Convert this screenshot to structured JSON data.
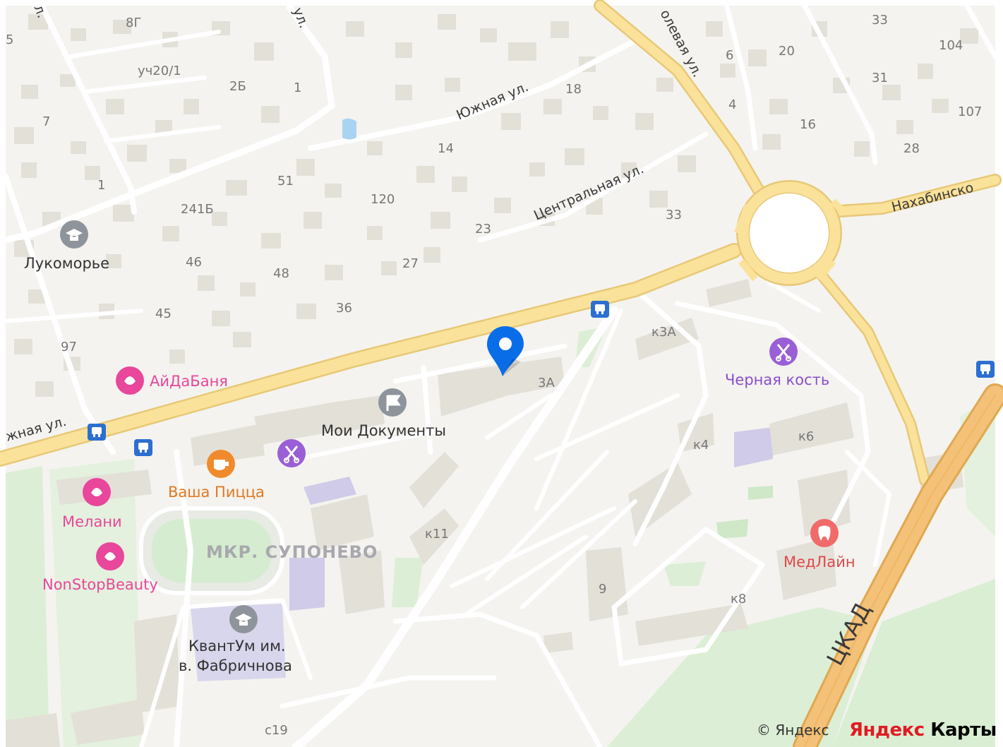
{
  "streets": {
    "yuzhnaya": "Южная ул.",
    "yuzhnaya_left": "жная ул.",
    "tsentralnaya": "Центральная ул.",
    "nakhabinskoe": "Нахабинско",
    "polevaya": "олевая ул.",
    "top_ul": "ул.",
    "top_left": "л.",
    "ckad": "ЦКАД"
  },
  "houses": [
    "8Г",
    "уч20/1",
    "2Б",
    "1",
    "7",
    "1",
    "51",
    "241Б",
    "120",
    "46",
    "48",
    "27",
    "45",
    "36",
    "97",
    "18",
    "14",
    "23",
    "33",
    "6",
    "20",
    "33",
    "104",
    "31",
    "107",
    "4",
    "16",
    "28",
    "к3А",
    "3А",
    "к4",
    "к6",
    "к11",
    "9",
    "к8",
    "с19",
    "5"
  ],
  "pois": {
    "lukomorye": "Лукоморье",
    "aidabanya": "АйДаБаня",
    "moi_dokumenty": "Мои Документы",
    "vasha_pizza": "Ваша Пицца",
    "melani": "Мелани",
    "nonstopbeauty": "NonStopBeauty",
    "kvantum_1": "КвантУм им.",
    "kvantum_2": "в. Фабричнова",
    "chernaya_kost": "Черная кость",
    "medline": "МедЛайн"
  },
  "district": "МКР. СУПОНЕВО",
  "copyright": "© Яндекс",
  "logo": {
    "part1": "Яндекс",
    "part2": " Карты"
  },
  "colors": {
    "background": "#f4f3ef",
    "main_road": "#fbe29a",
    "road_edge": "#e8c877",
    "minor_road": "#ffffff",
    "building": "#e3e0d8",
    "park": "#dcefd6",
    "pin": "#0a6de8",
    "poi_pink": "#e8479b",
    "poi_orange": "#f08a2c",
    "poi_purple": "#9a5fd6",
    "poi_gray": "#8e949b",
    "transit": "#2c6fd1"
  }
}
